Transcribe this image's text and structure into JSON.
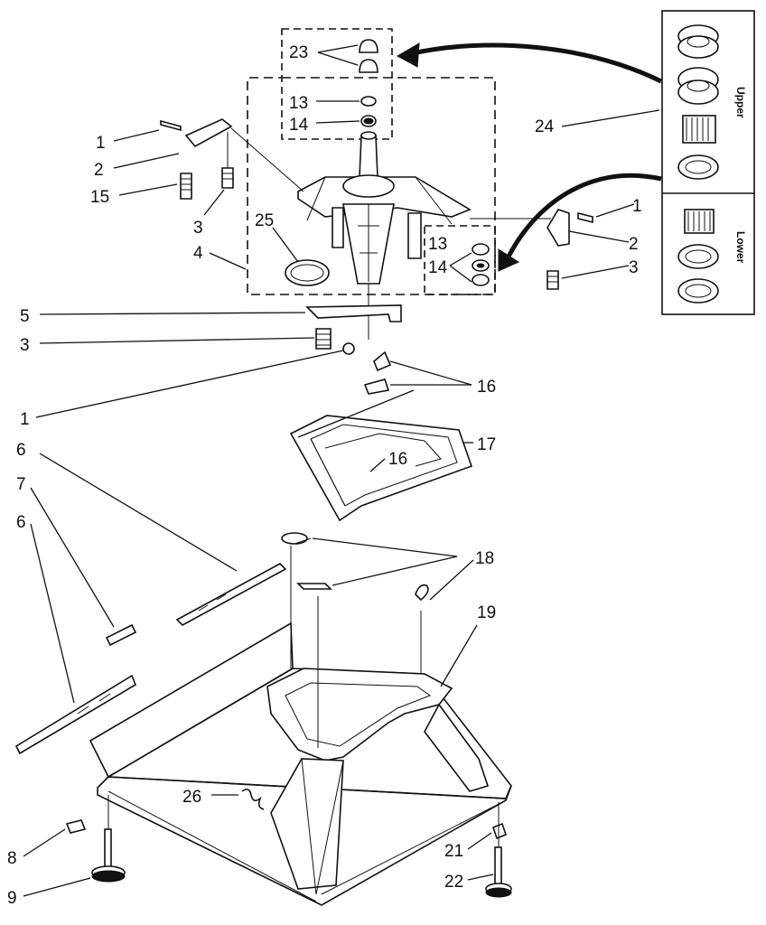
{
  "callouts": {
    "c1a": "1",
    "c2a": "2",
    "c15": "15",
    "c3a": "3",
    "c4": "4",
    "c25": "25",
    "c23": "23",
    "c13a": "13",
    "c14a": "14",
    "c24": "24",
    "c1b": "1",
    "c2b": "2",
    "c3b": "3",
    "c13b": "13",
    "c14b": "14",
    "c5": "5",
    "c3c": "3",
    "c1c": "1",
    "c16a": "16",
    "c17": "17",
    "c16b": "16",
    "c6a": "6",
    "c7": "7",
    "c6b": "6",
    "c18": "18",
    "c19": "19",
    "c26": "26",
    "c8": "8",
    "c9": "9",
    "c21": "21",
    "c22": "22"
  },
  "bearing_kit": {
    "upper_label": "Upper",
    "lower_label": "Lower"
  }
}
